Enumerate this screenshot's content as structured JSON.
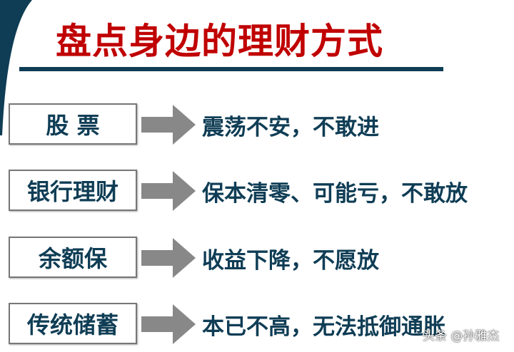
{
  "title": "盘点身边的理财方式",
  "rows": [
    {
      "label": "股 票",
      "desc": "震荡不安，不敢进"
    },
    {
      "label": "银行理财",
      "desc": "保本清零、可能亏，不敢放"
    },
    {
      "label": "余额保",
      "desc": "收益下降，不愿放"
    },
    {
      "label": "传统储蓄",
      "desc": "本已不高，无法抵御通胀"
    }
  ],
  "watermark": "头条 @孙雅杰",
  "colors": {
    "title": "#c00000",
    "text": "#0f3d55",
    "arrow": "#888888"
  }
}
